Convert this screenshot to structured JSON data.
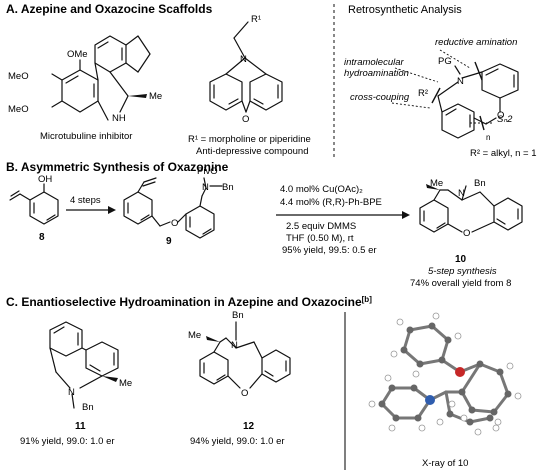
{
  "sectionA": {
    "title": "A. Azepine and Oxazocine Scaffolds",
    "mol1": {
      "label": "Microtubuline inhibitor",
      "ome": "OMe",
      "meo": "MeO",
      "nh": "NH",
      "me": "Me"
    },
    "mol2": {
      "r1": "R¹",
      "n": "N",
      "o": "O",
      "line1": "R¹ = morpholine or piperidine",
      "line2": "Anti-depressive compound"
    }
  },
  "retro": {
    "title": "Retrosynthetic Analysis",
    "reductive": "reductive amination",
    "intramolecular": "intramolecular",
    "hydroamination": "hydroamination",
    "cross": "cross-couping",
    "sn2": "Sₙ2",
    "pg": "PG",
    "n": "N",
    "r2": "R²",
    "o": "O",
    "nsub": "n",
    "footer": "R² = alkyl, n = 1"
  },
  "sectionB": {
    "title": "B. Asymmetric Synthesis of Oxazonine",
    "sm_label": "8",
    "oh": "OH",
    "steps": "4 steps",
    "int_label": "9",
    "pivo": "PivO",
    "n": "N",
    "bn": "Bn",
    "o": "O",
    "cond1": "4.0 mol% Cu(OAc)₂",
    "cond2": "4.4 mol% (R,R)-Ph-BPE",
    "cond3": "2.5 equiv DMMS",
    "cond4": "THF (0.50 M), rt",
    "cond5": "95% yield, 99.5: 0.5 er",
    "prod_label": "10",
    "prod_note1": "5-step synthesis",
    "prod_note2": "74% overall yield from 8",
    "me": "Me"
  },
  "sectionC": {
    "title": "C. Enantioselective Hydroamination in Azepine and Oxazocine",
    "title_sup": "[b]",
    "c11": {
      "label": "11",
      "yield": "91% yield, 99.0: 1.0 er",
      "me": "Me",
      "n": "N",
      "bn": "Bn"
    },
    "c12": {
      "label": "12",
      "yield": "94% yield, 99.0: 1.0 er",
      "me": "Me",
      "n": "N",
      "bn": "Bn",
      "o": "O"
    },
    "xray": "X-ray of 10"
  }
}
